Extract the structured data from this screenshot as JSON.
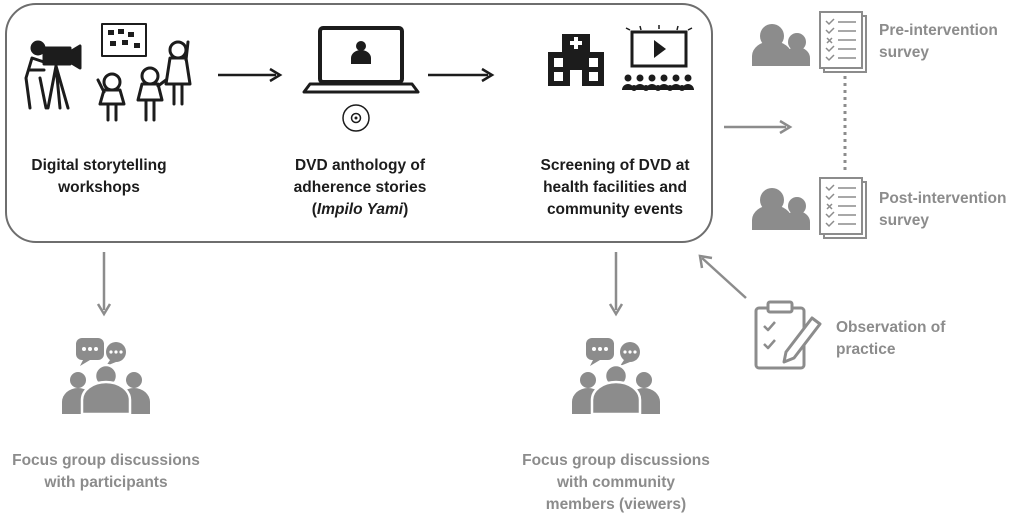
{
  "colors": {
    "dark": "#1c1c1c",
    "grey": "#8c8c8c",
    "box_border": "#6e6e6e"
  },
  "steps": [
    {
      "icon": "video-camera-crew-icon",
      "lines": [
        "Digital storytelling",
        "workshops"
      ]
    },
    {
      "icon": "laptop-dvd-icon",
      "lines": [
        "DVD anthology of",
        "adherence stories"
      ],
      "paren_open": "(",
      "title": "Impilo Yami",
      "paren_close": ")"
    },
    {
      "icon": "hospital-cinema-icon",
      "lines": [
        "Screening of DVD at",
        "health facilities and",
        "community events"
      ]
    }
  ],
  "surveys": {
    "pre": [
      "Pre-intervention",
      "survey"
    ],
    "post": [
      "Post-intervention",
      "survey"
    ]
  },
  "observation": [
    "Observation of",
    "practice"
  ],
  "focus_groups": [
    {
      "lines": [
        "Focus group discussions",
        "with participants"
      ]
    },
    {
      "lines": [
        "Focus group discussions",
        "with community",
        "members (viewers)"
      ]
    }
  ]
}
